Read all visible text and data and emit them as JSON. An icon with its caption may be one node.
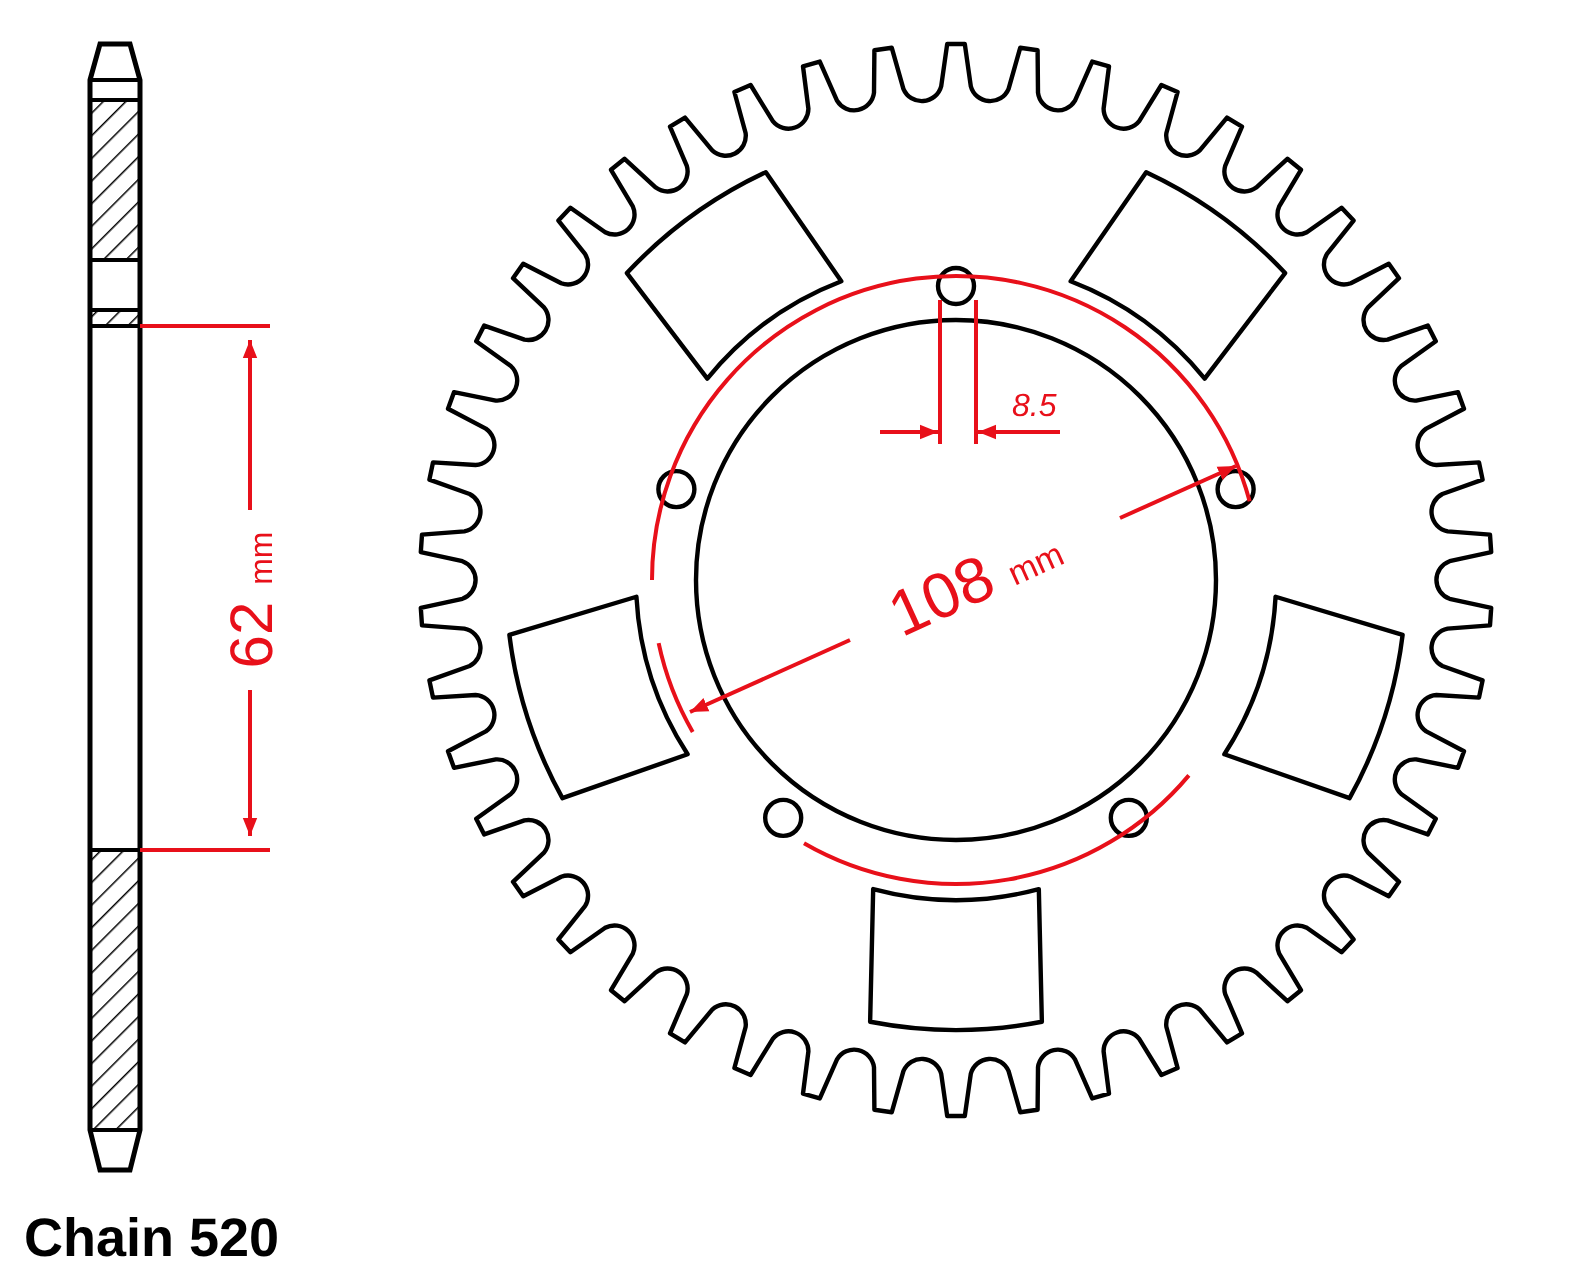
{
  "diagram": {
    "labels": [
      "62 mm",
      "8.5",
      "108 mm",
      "Chain 520"
    ]
  }
}
